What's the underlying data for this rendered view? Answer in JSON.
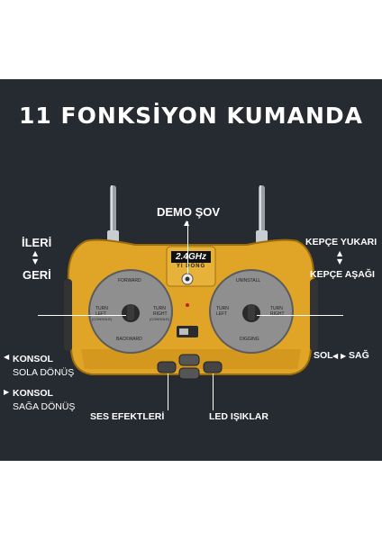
{
  "headline": "11 FONKSİYON KUMANDA",
  "labels": {
    "demo": "DEMO ŞOV",
    "forward": "İLERİ",
    "backward": "GERİ",
    "bucket_up": "KEPÇE YUKARI",
    "bucket_down": "KEPÇE AŞAĞI",
    "left": "SOL",
    "right": "SAĞ",
    "console_left_1": "KONSOL",
    "console_left_2": "SOLA DÖNÜŞ",
    "console_right_1": "KONSOL",
    "console_right_2": "SAĞA DÖNÜŞ",
    "sound": "SES EFEKTLERİ",
    "led": "LED IŞIKLAR"
  },
  "controller": {
    "band": "2.4GHz",
    "brand": "YI DONG",
    "left_stick": {
      "top": "FORWARD",
      "bottom": "BACKWARD",
      "left_1": "TURN",
      "left_2": "LEFT",
      "left_3": "(CONSOLE)",
      "right_1": "TURN",
      "right_2": "RIGHT",
      "right_3": "(CONSOLE)"
    },
    "right_stick": {
      "top": "UNINSTALL",
      "bottom": "DIGGING",
      "left_1": "TURN",
      "left_2": "LEFT",
      "right_1": "TURN",
      "right_2": "RIGHT"
    }
  },
  "colors": {
    "background": "#262a31",
    "body": "#e0a526",
    "body_dark": "#b57f12",
    "pad": "#8a8a8a"
  }
}
